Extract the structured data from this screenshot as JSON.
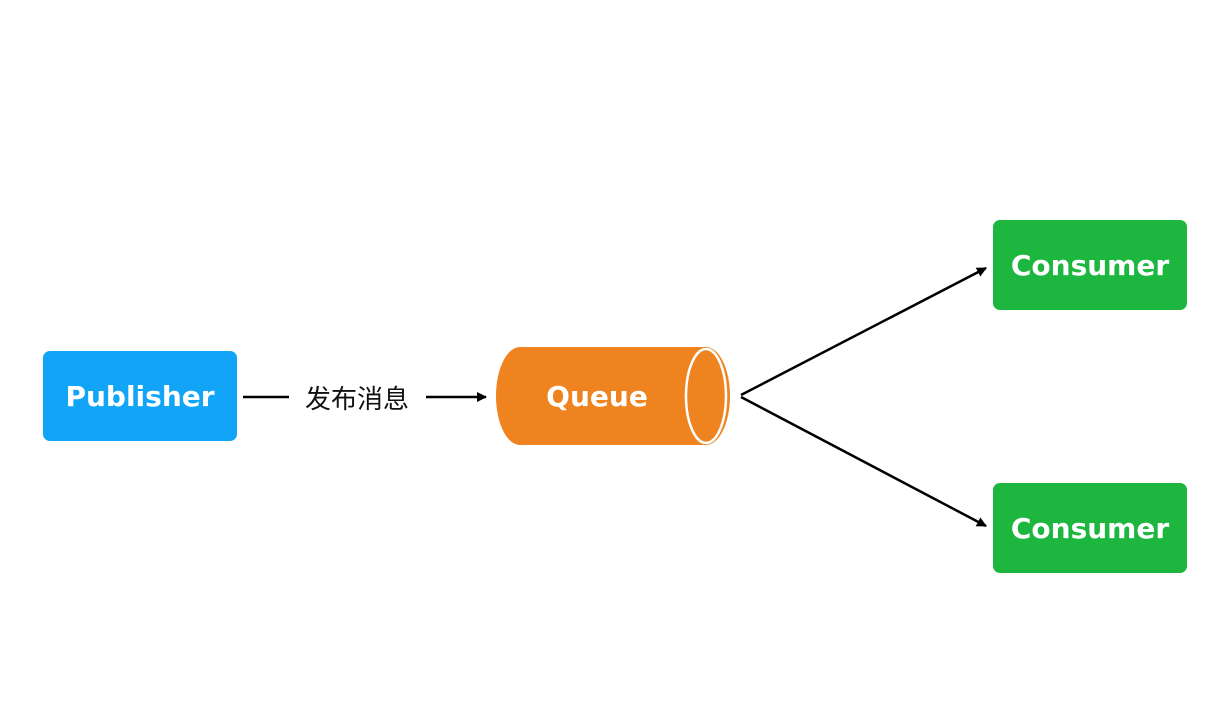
{
  "nodes": {
    "publisher": {
      "label": "Publisher",
      "color": "#12A4F6"
    },
    "queue": {
      "label": "Queue",
      "color": "#EE8320"
    },
    "consumer_1": {
      "label": "Consumer",
      "color": "#1DB73F"
    },
    "consumer_2": {
      "label": "Consumer",
      "color": "#1DB73F"
    }
  },
  "edges": {
    "publish": {
      "label": "发布消息"
    }
  }
}
